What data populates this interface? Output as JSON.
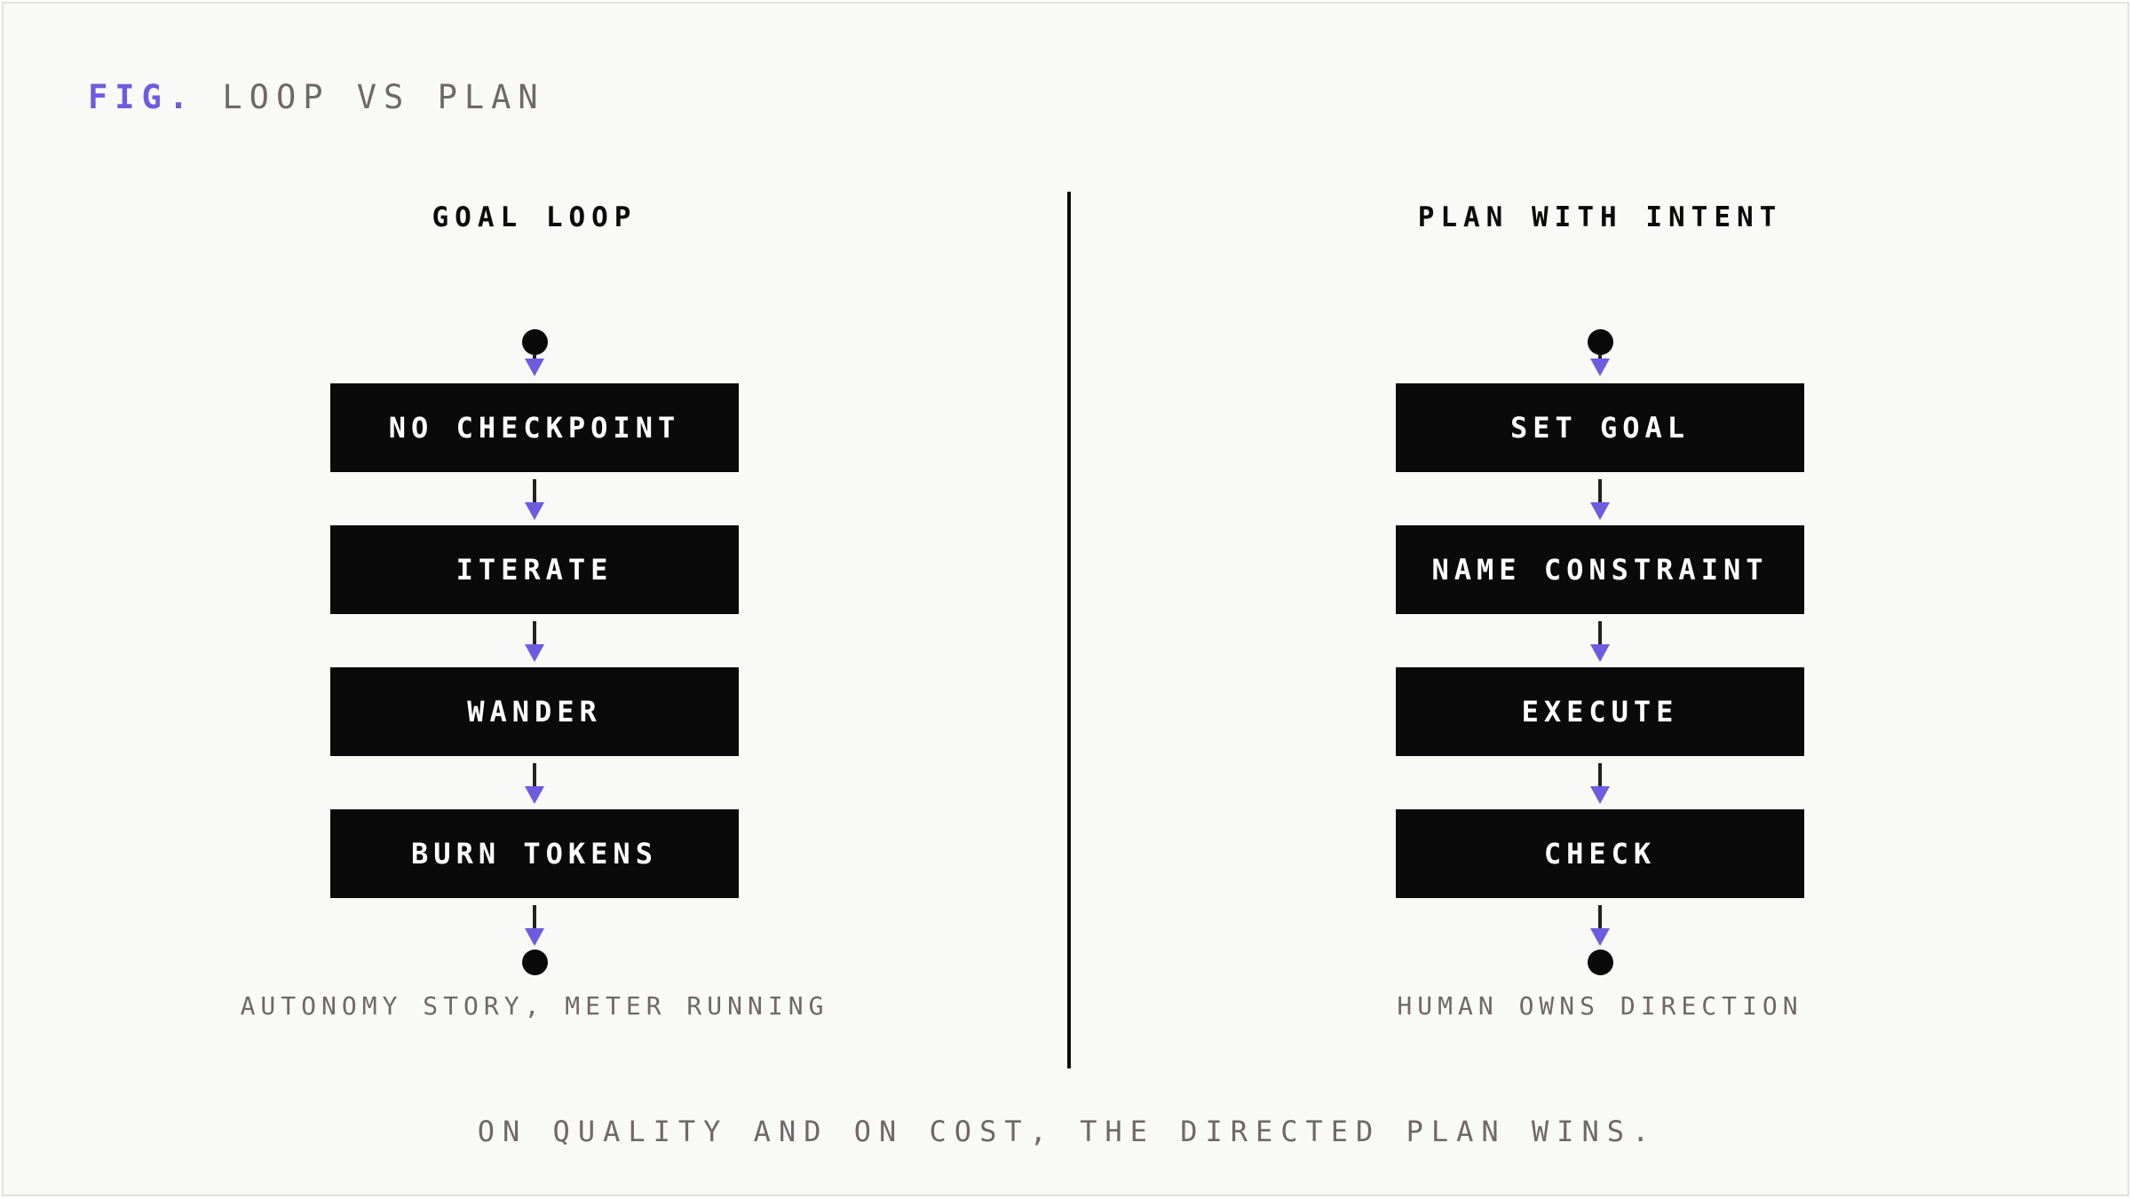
{
  "figure": {
    "prefix": "FIG.",
    "title": "LOOP VS PLAN"
  },
  "left": {
    "title": "GOAL LOOP",
    "steps": [
      "NO CHECKPOINT",
      "ITERATE",
      "WANDER",
      "BURN TOKENS"
    ],
    "caption": "AUTONOMY STORY, METER RUNNING"
  },
  "right": {
    "title": "PLAN WITH INTENT",
    "steps": [
      "SET GOAL",
      "NAME CONSTRAINT",
      "EXECUTE",
      "CHECK"
    ],
    "caption": "HUMAN OWNS DIRECTION"
  },
  "footer": "ON QUALITY AND ON COST, THE DIRECTED PLAN WINS.",
  "colors": {
    "accent": "#6d5ce0",
    "box": "#0a0a0a",
    "muted": "#6e6967",
    "background": "#f9f9f7"
  }
}
